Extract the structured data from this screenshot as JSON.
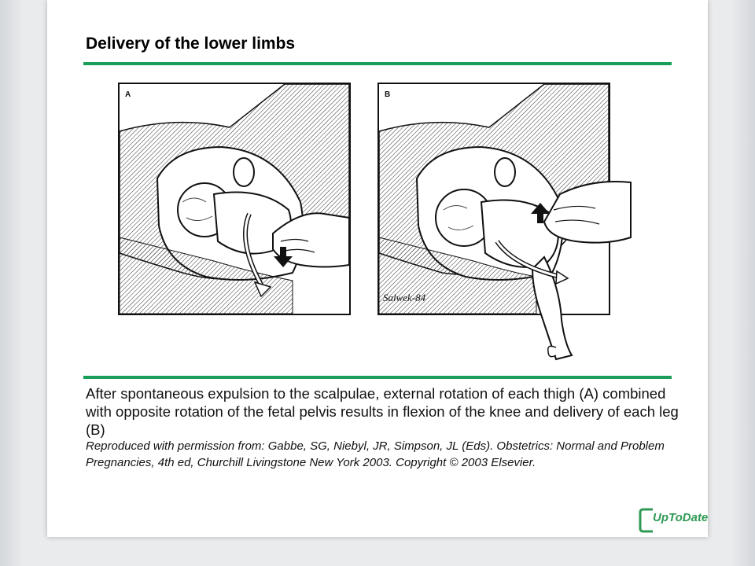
{
  "slide": {
    "title": "Delivery of the lower limbs",
    "panels": [
      {
        "letter": "A",
        "signature": ""
      },
      {
        "letter": "B",
        "signature": "Salwek-84"
      }
    ],
    "caption": "After spontaneous expulsion to the scalpulae, external rotation of each thigh (A) combined with opposite rotation of the fetal pelvis results in flexion of the knee and delivery of each leg (B)",
    "reference": "Reproduced with permission from: Gabbe, SG, Niebyl, JR, Simpson, JL (Eds). Obstetrics: Normal and Problem Pregnancies, 4th ed, Churchill Livingstone New York 2003. Copyright © 2003 Elsevier.",
    "logo_text": "UpToDate"
  },
  "colors": {
    "accent": "#1a9e5a",
    "logo": "#2f9a55",
    "background": "#e9ebed"
  }
}
